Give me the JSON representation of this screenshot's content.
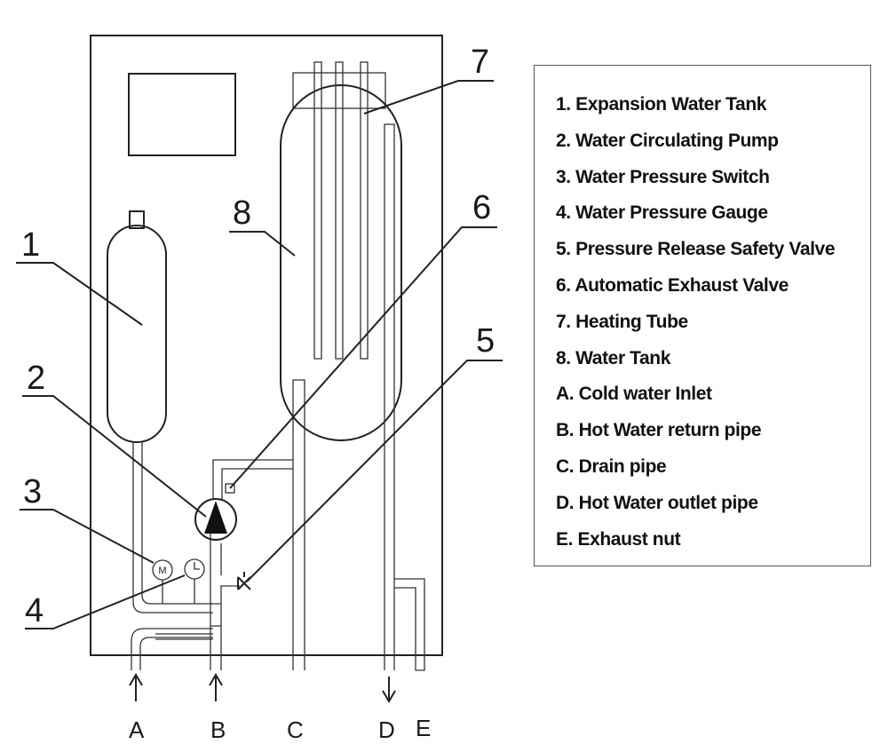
{
  "callouts": [
    "1",
    "2",
    "3",
    "4",
    "5",
    "6",
    "7",
    "8"
  ],
  "connections": [
    "A",
    "B",
    "C",
    "D",
    "E"
  ],
  "gauges": {
    "pressure_switch_glyph": "M"
  },
  "legend": [
    "1.  Expansion Water Tank",
    "2.  Water Circulating Pump",
    "3.  Water Pressure Switch",
    "4.  Water Pressure Gauge",
    "5.  Pressure Release Safety Valve",
    "6.  Automatic Exhaust Valve",
    "7.  Heating Tube",
    "8.  Water Tank",
    "A.  Cold water Inlet",
    "B.  Hot Water return pipe",
    "C. Drain pipe",
    "D.  Hot Water outlet pipe",
    "E.  Exhaust nut"
  ]
}
